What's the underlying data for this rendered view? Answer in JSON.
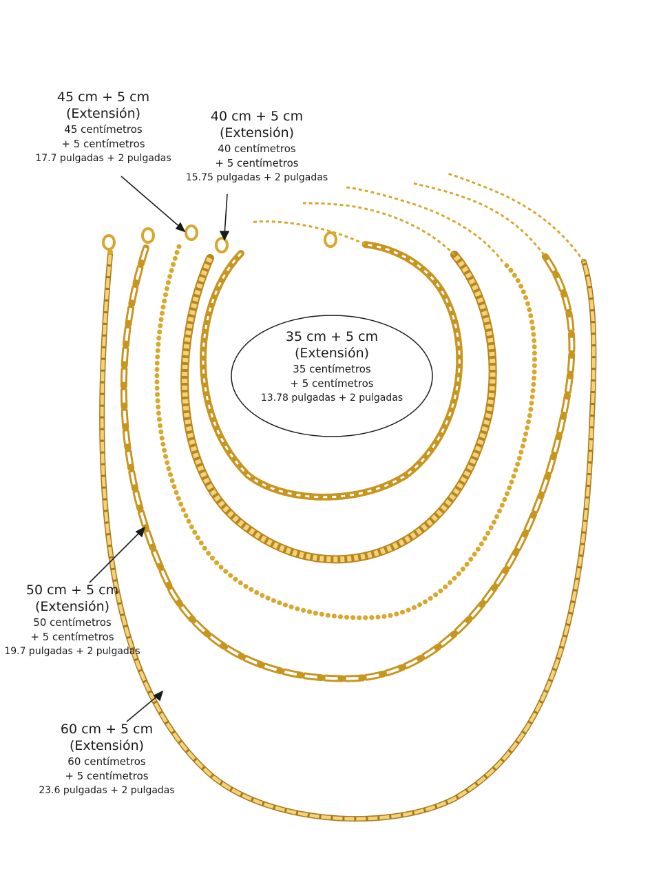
{
  "image": {
    "description_items": [
      {
        "id": "45",
        "title_line1": "45 cm + 5 cm",
        "title_line2": "(Extensión)",
        "cm_line1": "45 centímetros",
        "cm_line2": "+ 5 centímetros",
        "inch_line": "17.7 pulgadas + 2 pulgadas"
      },
      {
        "id": "40",
        "title_line1": "40 cm + 5 cm",
        "title_line2": "(Extensión)",
        "cm_line1": "40 centímetros",
        "cm_line2": "+ 5 centímetros",
        "inch_line": "15.75 pulgadas + 2 pulgadas"
      },
      {
        "id": "35",
        "title_line1": "35 cm + 5 cm",
        "title_line2": "(Extensión)",
        "cm_line1": "35 centímetros",
        "cm_line2": "+ 5 centímetros",
        "inch_line": "13.78 pulgadas + 2 pulgadas"
      },
      {
        "id": "50",
        "title_line1": "50 cm + 5 cm",
        "title_line2": "(Extensión)",
        "cm_line1": "50 centímetros",
        "cm_line2": "+ 5 centímetros",
        "inch_line": "19.7 pulgadas + 2 pulgadas"
      },
      {
        "id": "60",
        "title_line1": "60 cm + 5 cm",
        "title_line2": "(Extensión)",
        "cm_line1": "60 centímetros",
        "cm_line2": "+ 5 centímetros",
        "inch_line": "23.6 pulgadas + 2 pulgadas"
      }
    ],
    "colors": {
      "background": "#ffffff",
      "gold": "#d9a72b",
      "gold_light": "#f3d27a",
      "gold_dark": "#a8781a",
      "text": "#1a1a1a"
    }
  }
}
